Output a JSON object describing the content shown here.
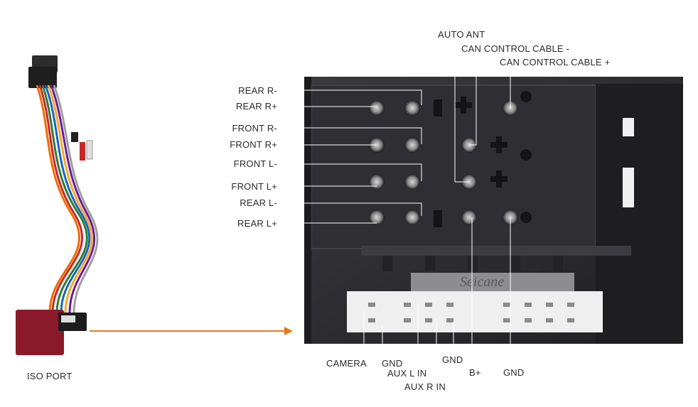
{
  "iso_port": {
    "label": "ISO PORT"
  },
  "connector": {
    "brand_text": "Seicane"
  },
  "left_labels": [
    "REAR R-",
    "REAR R+",
    "FRONT R-",
    "FRONT R+",
    "FRONT L-",
    "FRONT L+",
    "REAR L-",
    "REAR L+"
  ],
  "top_labels": [
    "AUTO ANT",
    "CAN CONTROL CABLE -",
    "CAN CONTROL CABLE +"
  ],
  "bottom_labels": [
    "CAMERA",
    "GND",
    "AUX L IN",
    "AUX R IN",
    "GND",
    "B+",
    "GND"
  ],
  "colors": {
    "arrow": "#e87722",
    "leader_line": "#ffffff",
    "photo_bg": "#2a2a2d",
    "module_red": "#8a1a2a"
  }
}
